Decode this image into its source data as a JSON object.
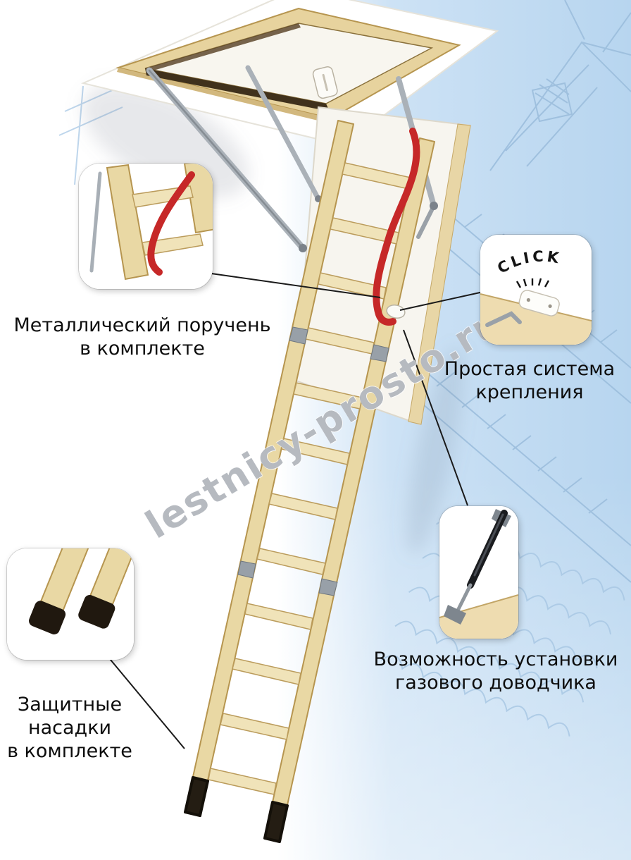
{
  "watermark": "lestnicy-prosto.ru",
  "click_badge": "CLICK",
  "labels": {
    "handrail": {
      "line1": "Металлический поручень",
      "line2": "в комплекте"
    },
    "mounting": {
      "line1": "Простая система",
      "line2": "крепления"
    },
    "gas_strut": {
      "line1": "Возможность установки",
      "line2": "газового доводчика"
    },
    "feet": {
      "line1": "Защитные",
      "line2": "насадки",
      "line3": "в комплекте"
    }
  },
  "colors": {
    "wood": "#e9d8a4",
    "wood_edge": "#b6954f",
    "step_wood": "#f0e3b9",
    "handrail_red": "#c62828",
    "background_blue": "#b7d5ef",
    "sketch_blue": "#9cbedd",
    "foot_cap_black": "#241d13",
    "metal_gray": "#aab1b8"
  }
}
